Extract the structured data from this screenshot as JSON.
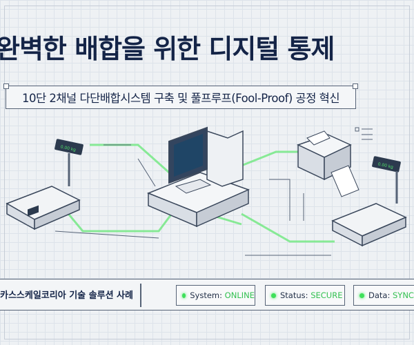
{
  "title": "완벽한 배합을 위한 디지털 통제",
  "subtitle": "10단 2채널 다단배합시스템 구축 및 풀프루프(Fool-Proof) 공정 혁신",
  "scale_display": "0.00 kg",
  "footer": {
    "company": "카스스케일코리아 기술 솔루션 사례",
    "chips": [
      {
        "label": "System: ",
        "value": "ONLINE"
      },
      {
        "label": "Status: ",
        "value": "SECURE"
      },
      {
        "label": "Data: ",
        "value": "SYNC"
      }
    ]
  },
  "colors": {
    "accent": "#3ee05a",
    "navy": "#142447"
  }
}
